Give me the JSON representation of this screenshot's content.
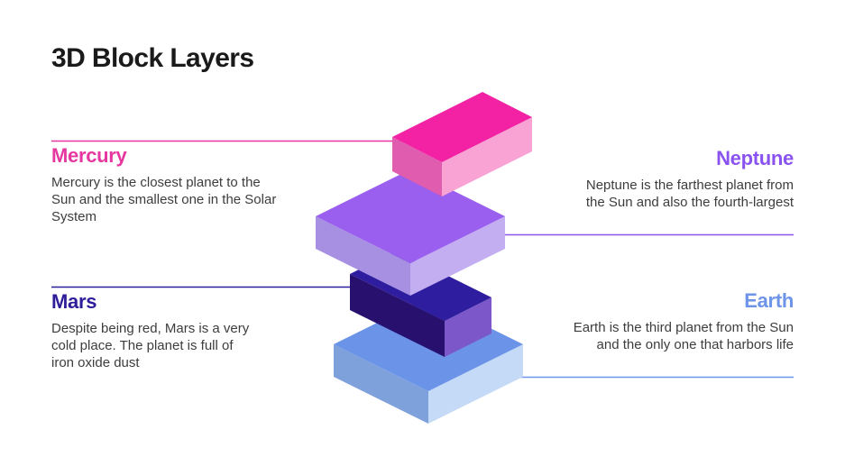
{
  "slide": {
    "title": "3D Block Layers",
    "background_color": "#ffffff",
    "title_color": "#1a1a1a",
    "body_text_color": "#3d3d3d"
  },
  "sections": [
    {
      "id": "mercury",
      "label": "Mercury",
      "accent": "#e5379f",
      "description": "Mercury is the closest planet to the Sun and the smallest one in the Solar System",
      "align": "left"
    },
    {
      "id": "neptune",
      "label": "Neptune",
      "accent": "#8a53f0",
      "description": "Neptune is the farthest planet from the Sun and also the fourth-largest",
      "align": "right"
    },
    {
      "id": "mars",
      "label": "Mars",
      "accent": "#2e1d9b",
      "description": "Despite being red, Mars is a very cold place. The planet is full of iron oxide dust",
      "align": "left"
    },
    {
      "id": "earth",
      "label": "Earth",
      "accent": "#6d94e9",
      "description": "Earth is the third planet from the Sun and the only one that harbors life",
      "align": "right"
    }
  ],
  "blocks": [
    {
      "name": "mercury-block",
      "shape": "small-bar",
      "faces": {
        "top": "#f322a4",
        "left": "#df5caf",
        "right": "#f9a3d5"
      }
    },
    {
      "name": "neptune-block",
      "shape": "large-slab",
      "faces": {
        "top": "#9a5fee",
        "left": "#a78fe2",
        "right": "#c2aef1"
      }
    },
    {
      "name": "mars-block",
      "shape": "small-bar",
      "faces": {
        "top": "#2e1d9e",
        "left": "#28106e",
        "right": "#7b57c9"
      }
    },
    {
      "name": "earth-block",
      "shape": "large-slab",
      "faces": {
        "top": "#6b93e8",
        "left": "#7fa1db",
        "right": "#c5daf6"
      }
    }
  ]
}
